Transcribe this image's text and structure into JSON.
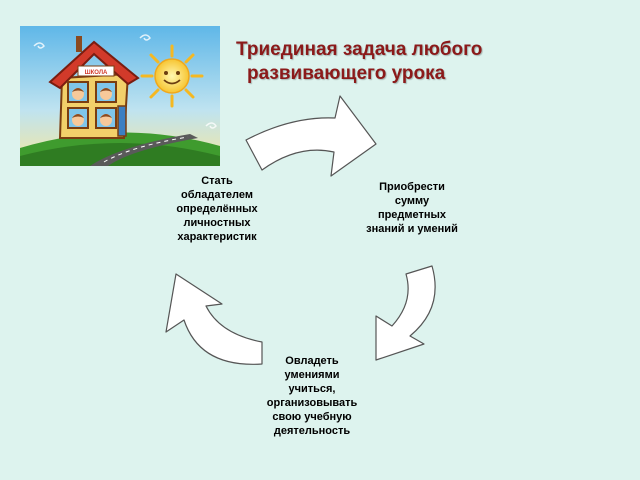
{
  "title": {
    "line1": "Триединая задача любого",
    "line2": "развивающего урока",
    "color": "#8b1a1a"
  },
  "picture": {
    "sign_text": "ШКОЛА"
  },
  "nodes": {
    "acquire": [
      "Приобрести",
      "сумму",
      "предметных",
      "знаний и умений"
    ],
    "master": [
      "Овладеть",
      "умениями",
      "учиться,",
      "организовывать",
      "свою учебную",
      "деятельность"
    ],
    "become": [
      "Стать",
      "обладателем",
      "определённых",
      "личностных",
      "характеристик"
    ]
  },
  "colors": {
    "background": "#ddf3ee",
    "arrow_fill": "#ffffff",
    "arrow_stroke": "#555555"
  }
}
